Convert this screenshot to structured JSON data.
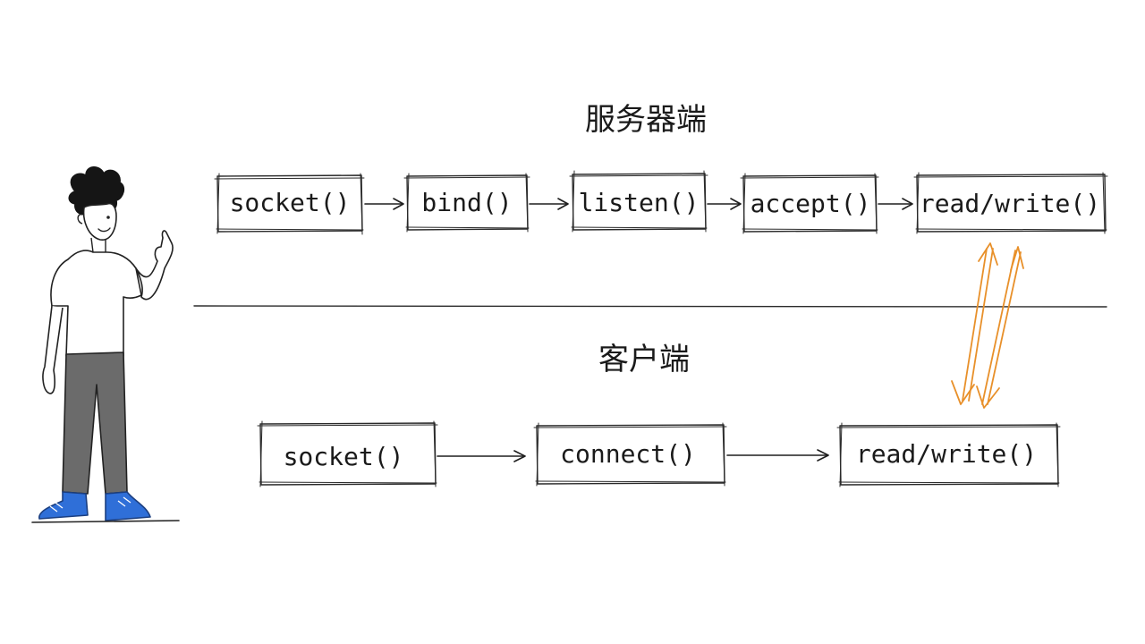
{
  "server": {
    "title": "服务器端",
    "steps": [
      {
        "label": "socket()"
      },
      {
        "label": "bind()"
      },
      {
        "label": "listen()"
      },
      {
        "label": "accept()"
      },
      {
        "label": "read/write()"
      }
    ]
  },
  "client": {
    "title": "客户端",
    "steps": [
      {
        "label": "socket()"
      },
      {
        "label": "connect()"
      },
      {
        "label": "read/write()"
      }
    ]
  },
  "colors": {
    "ink": "#1a1a1a",
    "exchange_arrow": "#e8902a",
    "shirt": "#ffffff",
    "pants": "#6b6b6b",
    "shoes": "#2f6fd8"
  },
  "icons": {
    "presenter": "person-pointing-icon",
    "exchange": "double-arrow-icon"
  }
}
